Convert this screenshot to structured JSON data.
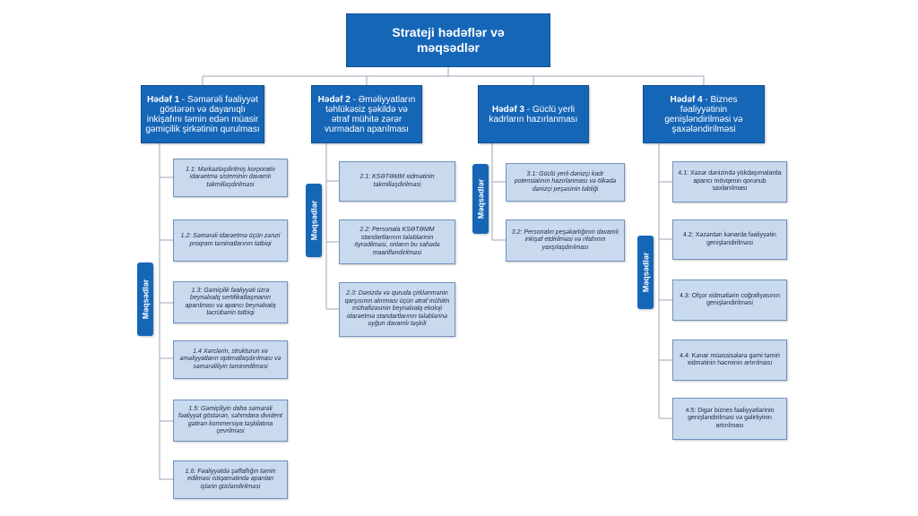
{
  "title": "Strateji hədəflər və məqsədlər",
  "objectives_tag": "Məqsədlər",
  "goals": [
    {
      "label": "Hədəf 1",
      "text": " - Səmərəli fəaliyyət göstərən və dayanıqlı inkişafını təmin edən müasir gəmiçilik şirkətinin qurulması",
      "objectives": [
        "1.1: Mərkəzləşdirilmiş korporativ idarəetmə sisteminin davamlı təkmilləşdirilməsi",
        "1.2: Səmərəli idarəetmə üçün zəruri proqram təminatlarının tətbiqi",
        "1.3: Gəmiçilik fəaliyyəti üzrə beynəlxalq sertifikatlaşmanın aparılması və aparıcı beynəlxalq təcrübənin tətbiqi",
        "1.4 Xərclərin, strukturun və əməliyyatların optimallaşdırılması və səmərəliliyin təminedilməsi",
        "1.5: Gəmiçiliyin daha səmərəli fəaliyyət göstərən, səhmdara divident gətirən kommersiya təşkilatına çevrilməsi",
        "1.6: Fəaliyyətdə şəffaflığın təmin edilməsi istiqamətində aparılan işlərin gücləndirilməsi"
      ]
    },
    {
      "label": "Hədəf 2",
      "text": " - Əməliyyatların təhlükəsiz şəkildə və ətraf mühitə zərər vurmadan aparılması",
      "objectives": [
        "2.1: KSƏTƏMM xidmətinin təkmilləşdirilməsi",
        "2.2: Personala KSƏTƏMM standartlarının tələblərinin öyrədilməsi, onların bu sahədə maarifləndirilməsi",
        "2.3: Dənizdə və quruda çirklənmənin qarşısının alınması üçün ətraf mühitin mühafizəsinin beynəlxalq ekoloji idarəetmə standartlarının tələblərinə uyğun davamlı təşkili"
      ]
    },
    {
      "label": "Hədəf 3",
      "text": " - Güclü yerli kadrların hazırlanması",
      "objectives": [
        "3.1: Güclü yerli dənizçi kadr potensialının hazırlanması və ölkədə dənizçi peşəsinin təbliği",
        "3.2: Personalın peşəkarlığının davamlı inkişaf etdirilməsi və rifahının yaxşılaşdırılması"
      ]
    },
    {
      "label": "Hədəf 4",
      "text": " - Biznes fəaliyyətinin genişləndirilməsi və şaxələndirilməsi",
      "objectives": [
        "4.1: Xəzər dənizində yükdaşımalarda aparıcı mövqenin qorunub saxlanılması",
        "4.2: Xəzərdən kənarda fəaliyyətin genişləndirilməsi",
        "4.3: Ofşor xidmətlərin coğrafiyasının genişləndirilməsi",
        "4.4: Kənar müəssisələrə gəmi təmiri xidmətinin həcminin artırılması",
        "4.5: Digər biznes fəaliyyətlərinin genişləndirilməsi və gəlirliyinin artırılması"
      ]
    }
  ]
}
